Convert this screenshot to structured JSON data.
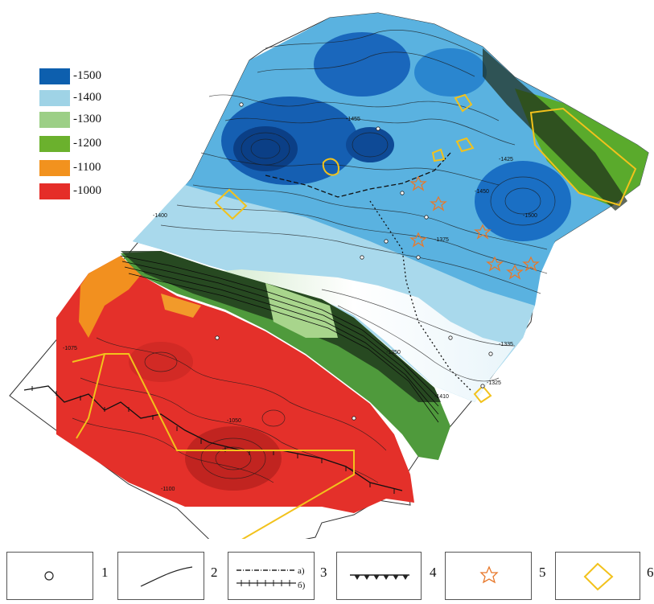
{
  "color_legend": [
    {
      "label": "-1500",
      "color": "#0d5fae"
    },
    {
      "label": "-1400",
      "color": "#9fd3e6"
    },
    {
      "label": "-1300",
      "color": "#9ccf86"
    },
    {
      "label": "-1200",
      "color": "#6bb12d"
    },
    {
      "label": "-1100",
      "color": "#f2921e"
    },
    {
      "label": "-1000",
      "color": "#e52d28"
    }
  ],
  "symbol_legend": [
    {
      "number": "1",
      "icon": "well-circle-icon"
    },
    {
      "number": "2",
      "icon": "isoline-curve-icon"
    },
    {
      "number": "3",
      "icon": "fault-lines-icon",
      "labels": [
        "а)",
        "б)"
      ]
    },
    {
      "number": "4",
      "icon": "toothed-line-icon"
    },
    {
      "number": "5",
      "icon": "star-icon"
    },
    {
      "number": "6",
      "icon": "diamond-outline-icon"
    }
  ],
  "contour_labels": [
    "-1425",
    "-1400",
    "-1450",
    "-1455",
    "-1350",
    "-1375",
    "-1335",
    "-1325",
    "-1410",
    "-1075",
    "-1050",
    "-1100",
    "-1500"
  ]
}
